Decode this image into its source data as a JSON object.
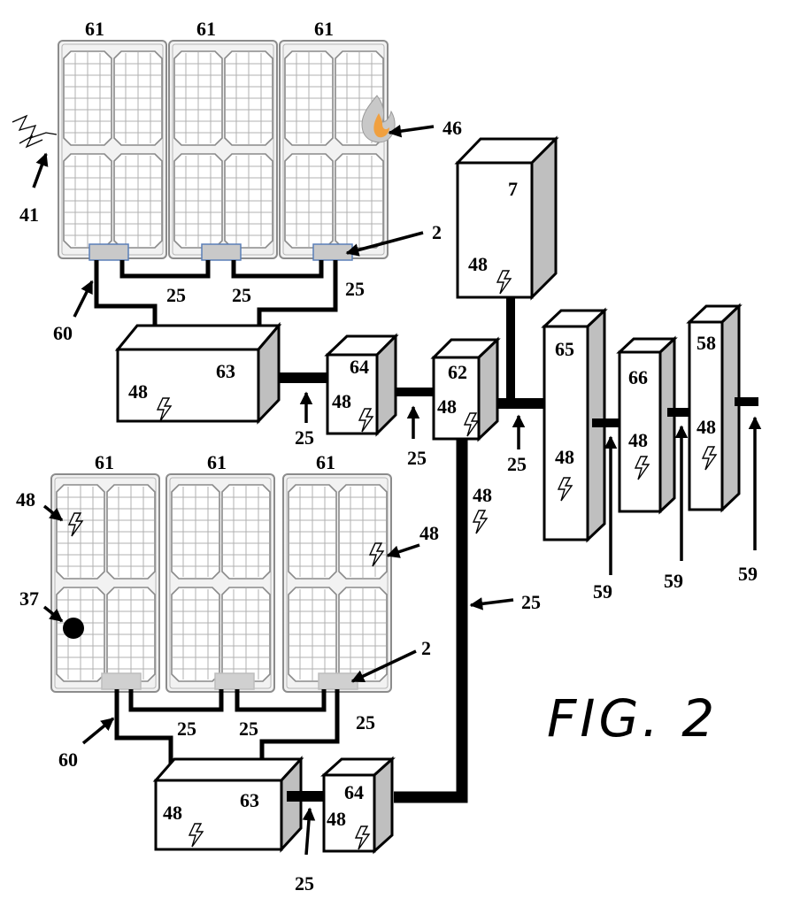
{
  "figure": {
    "title": "FIG. 2"
  },
  "labels": {
    "module": "61",
    "lightning": "41",
    "fire": "46",
    "junction_box": "2",
    "wire": "25",
    "cable": "60",
    "combiner": "63",
    "unit_64": "64",
    "unit_62": "62",
    "unit_7": "7",
    "unit_65": "65",
    "unit_66": "66",
    "unit_58": "58",
    "signal": "48",
    "output": "59",
    "fault": "37"
  },
  "icons": {
    "signal": "lightning-bolt-icon",
    "fire": "flame-icon",
    "lightning": "lightning-strike-icon",
    "fault": "black-dot-icon"
  },
  "colors": {
    "line": "#000000",
    "panel_frame": "#8c8c8c",
    "junction_box_fill": "#c9c9c9",
    "box_side": "#bfbfbf",
    "flame_outer": "#c8c8c8",
    "flame_inner": "#f0a040"
  }
}
